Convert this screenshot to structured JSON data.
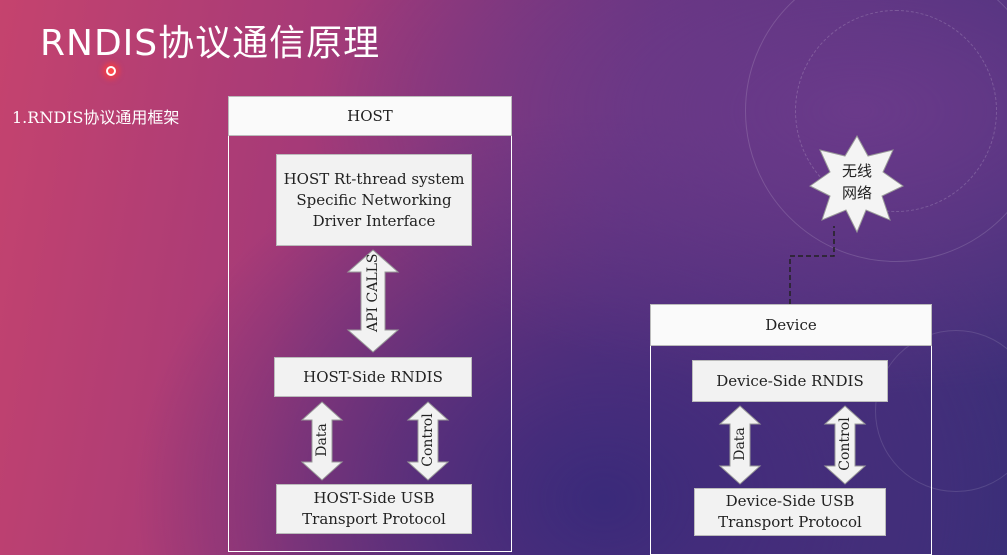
{
  "slide": {
    "title": "RNDIS协议通信原理",
    "subtitle": "1.RNDIS协议通用框架"
  },
  "host": {
    "header": "HOST",
    "system_box": [
      "HOST Rt-thread system",
      "Specific Networking",
      "Driver Interface"
    ],
    "api_arrow_label": "API CALLS",
    "rndis_box": "HOST-Side RNDIS",
    "data_arrow_label": "Data",
    "control_arrow_label": "Control",
    "usb_box": [
      "HOST-Side USB",
      "Transport Protocol"
    ]
  },
  "device": {
    "header": "Device",
    "rndis_box": "Device-Side RNDIS",
    "data_arrow_label": "Data",
    "control_arrow_label": "Control",
    "usb_box": [
      "Device-Side USB",
      "Transport Protocol"
    ]
  },
  "wireless": [
    "无线",
    "网络"
  ],
  "colors": {
    "arrow_fill": "#f2f2f2",
    "box_fill": "#f2f2f2",
    "frame": "#ffffff"
  }
}
